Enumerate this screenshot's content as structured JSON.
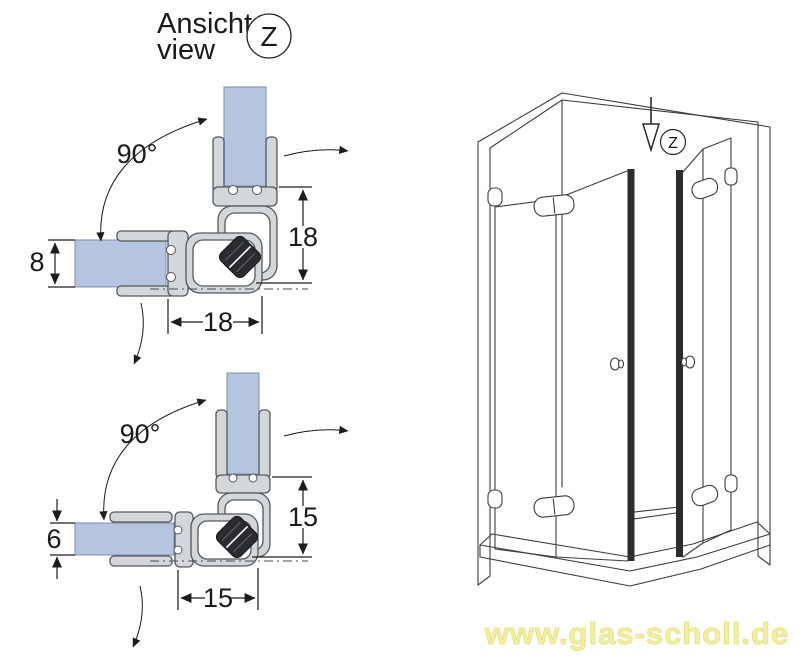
{
  "view_label": {
    "title_de": "Ansicht",
    "title_en": "view",
    "marker": "Z"
  },
  "details": {
    "top": {
      "angle": "90°",
      "glass_thickness_mm": "8",
      "profile_depth_mm": "18",
      "profile_width_mm": "18"
    },
    "bottom": {
      "angle": "90°",
      "glass_thickness_mm": "6",
      "profile_depth_mm": "15",
      "profile_width_mm": "15"
    }
  },
  "enclosure": {
    "marker": "Z"
  },
  "watermark": {
    "text": "www.glas-scholl.de",
    "color": "#F2EFA0"
  },
  "colors": {
    "glass": "#B6C5DF",
    "profile_fill": "#D4D7DA",
    "profile_stroke": "#54585D",
    "magnet": "#2A2C30",
    "line": "#1C1C1C",
    "enclosure_line": "#3D3D3D",
    "seal_strip": "#2C2C2E"
  }
}
